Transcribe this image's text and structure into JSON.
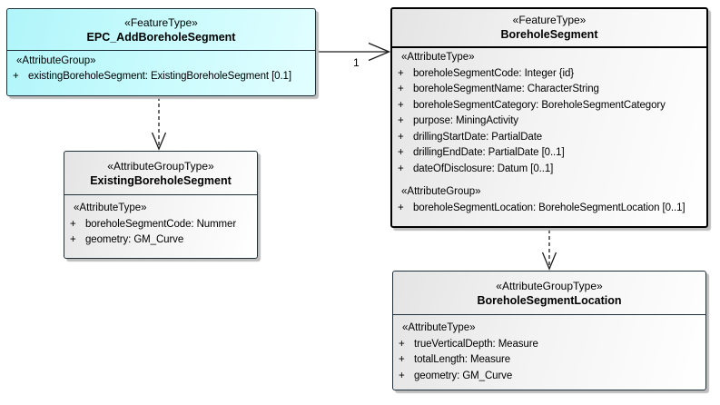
{
  "colors": {
    "cyan_fill_start": "#b0f5fa",
    "cyan_fill_end": "#e2feff",
    "gray_fill_start": "#e4e4e4",
    "gray_fill_end": "#ffffff",
    "border": "#000000",
    "shadow": "#bdbdbd",
    "text": "#000000"
  },
  "boxes": [
    {
      "stereotype": "«FeatureType»",
      "name": "EPC_AddBoreholeSegment",
      "sections": [
        {
          "label": "«AttributeGroup»",
          "rows": [
            {
              "prefix": "+",
              "text": "existingBoreholeSegment: ExistingBoreholeSegment [0.1]"
            }
          ]
        }
      ]
    },
    {
      "stereotype": "«FeatureType»",
      "name": "BoreholeSegment",
      "sections": [
        {
          "label": "«AttributeType»",
          "rows": [
            {
              "prefix": "+",
              "text": "boreholeSegmentCode: Integer {id}"
            },
            {
              "prefix": "+",
              "text": "boreholeSegmentName: CharacterString"
            },
            {
              "prefix": "+",
              "text": "boreholeSegmentCategory: BoreholeSegmentCategory"
            },
            {
              "prefix": "+",
              "text": "purpose: MiningActivity"
            },
            {
              "prefix": "+",
              "text": "drillingStartDate: PartialDate"
            },
            {
              "prefix": "+",
              "text": "drillingEndDate: PartialDate [0..1]"
            },
            {
              "prefix": "+",
              "text": "dateOfDisclosure: Datum [0..1]"
            }
          ]
        },
        {
          "label": "«AttributeGroup»",
          "rows": [
            {
              "prefix": "+",
              "text": "boreholeSegmentLocation: BoreholeSegmentLocation [0..1]"
            }
          ]
        }
      ]
    },
    {
      "stereotype": "«AttributeGroupType»",
      "name": "ExistingBoreholeSegment",
      "sections": [
        {
          "label": "«AttributeType»",
          "rows": [
            {
              "prefix": "+",
              "text": "boreholeSegmentCode: Nummer"
            },
            {
              "prefix": "+",
              "text": "geometry: GM_Curve"
            }
          ]
        }
      ]
    },
    {
      "stereotype": "«AttributeGroupType»",
      "name": "BoreholeSegmentLocation",
      "sections": [
        {
          "label": "«AttributeType»",
          "rows": [
            {
              "prefix": "+",
              "text": "trueVerticalDepth: Measure"
            },
            {
              "prefix": "+",
              "text": "totalLength: Measure"
            },
            {
              "prefix": "+",
              "text": "geometry: GM_Curve"
            }
          ]
        }
      ]
    }
  ],
  "connectors": [
    {
      "type": "directed-association",
      "source": "EPC_AddBoreholeSegment",
      "target": "BoreholeSegment",
      "target_multiplicity": "1"
    },
    {
      "type": "dashed-dependency",
      "source": "EPC_AddBoreholeSegment",
      "target": "ExistingBoreholeSegment"
    },
    {
      "type": "dashed-dependency",
      "source": "BoreholeSegment",
      "target": "BoreholeSegmentLocation"
    }
  ]
}
